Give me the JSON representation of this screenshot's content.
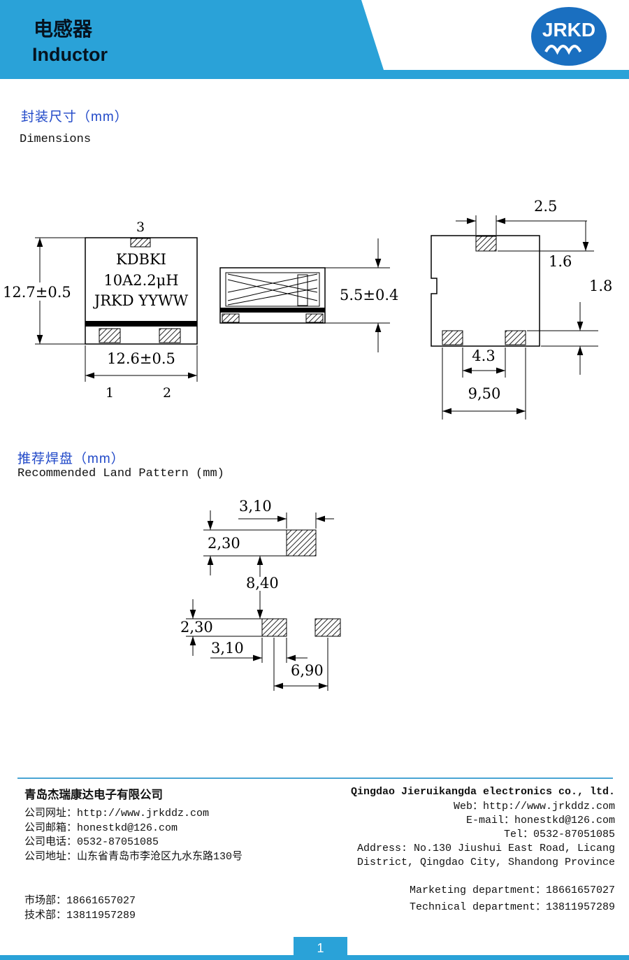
{
  "header": {
    "title_cn": "电感器",
    "title_en": "Inductor",
    "logo_text": "JRKD"
  },
  "sections": {
    "dimensions": {
      "title_cn": "封装尺寸（mm）",
      "title_en": "Dimensions"
    },
    "land": {
      "title_cn": "推荐焊盘（mm）",
      "title_en": "Recommended Land Pattern (mm)"
    }
  },
  "drawings": {
    "front_view": {
      "pin_top": "3",
      "pin_bottom_left": "1",
      "pin_bottom_right": "2",
      "marking": [
        "KDBKI",
        "10A2.2μH",
        "JRKD YYWW"
      ],
      "dim_height": "12.7±0.5",
      "dim_width": "12.6±0.5"
    },
    "side_view": {
      "dim_height": "5.5±0.4"
    },
    "bottom_view": {
      "dim_top_pad_width": "2.5",
      "dim_top_pad_length": "1.6",
      "dim_bottom_pad_length": "1.8",
      "dim_pad_gap": "4.3",
      "dim_pad_span": "9,50"
    },
    "land_pattern_top": {
      "dim_pad_width": "3,10",
      "dim_pad_height": "2,30",
      "dim_row_gap": "8,40"
    },
    "land_pattern_bottom": {
      "dim_pad_height": "2,30",
      "dim_pad_width": "3,10",
      "dim_center_span": "6,90"
    }
  },
  "footer": {
    "left": {
      "company": "青岛杰瑞康达电子有限公司",
      "lines": [
        "公司网址：http://www.jrkddz.com",
        "公司邮箱：honestkd@126.com",
        "公司电话：0532-87051085",
        "公司地址：山东省青岛市李沧区九水东路130号"
      ],
      "dept_lines": [
        "市场部：18661657027",
        "技术部：13811957289"
      ]
    },
    "right": {
      "company": "Qingdao Jieruikangda electronics co., ltd.",
      "lines": [
        "Web：http://www.jrkddz.com",
        "E-mail：honestkd@126.com",
        "Tel：0532-87051085",
        "Address: No.130 Jiushui East Road, Licang",
        "District, Qingdao City, Shandong Province"
      ],
      "dept_lines": [
        "Marketing department：18661657027",
        "Technical department：13811957289"
      ]
    }
  },
  "page_number": "1",
  "colors": {
    "band_blue": "#2aa2d8",
    "logo_blue": "#1a6fc0",
    "section_title_blue": "#2149c8",
    "divider_blue": "#49a5d4"
  }
}
